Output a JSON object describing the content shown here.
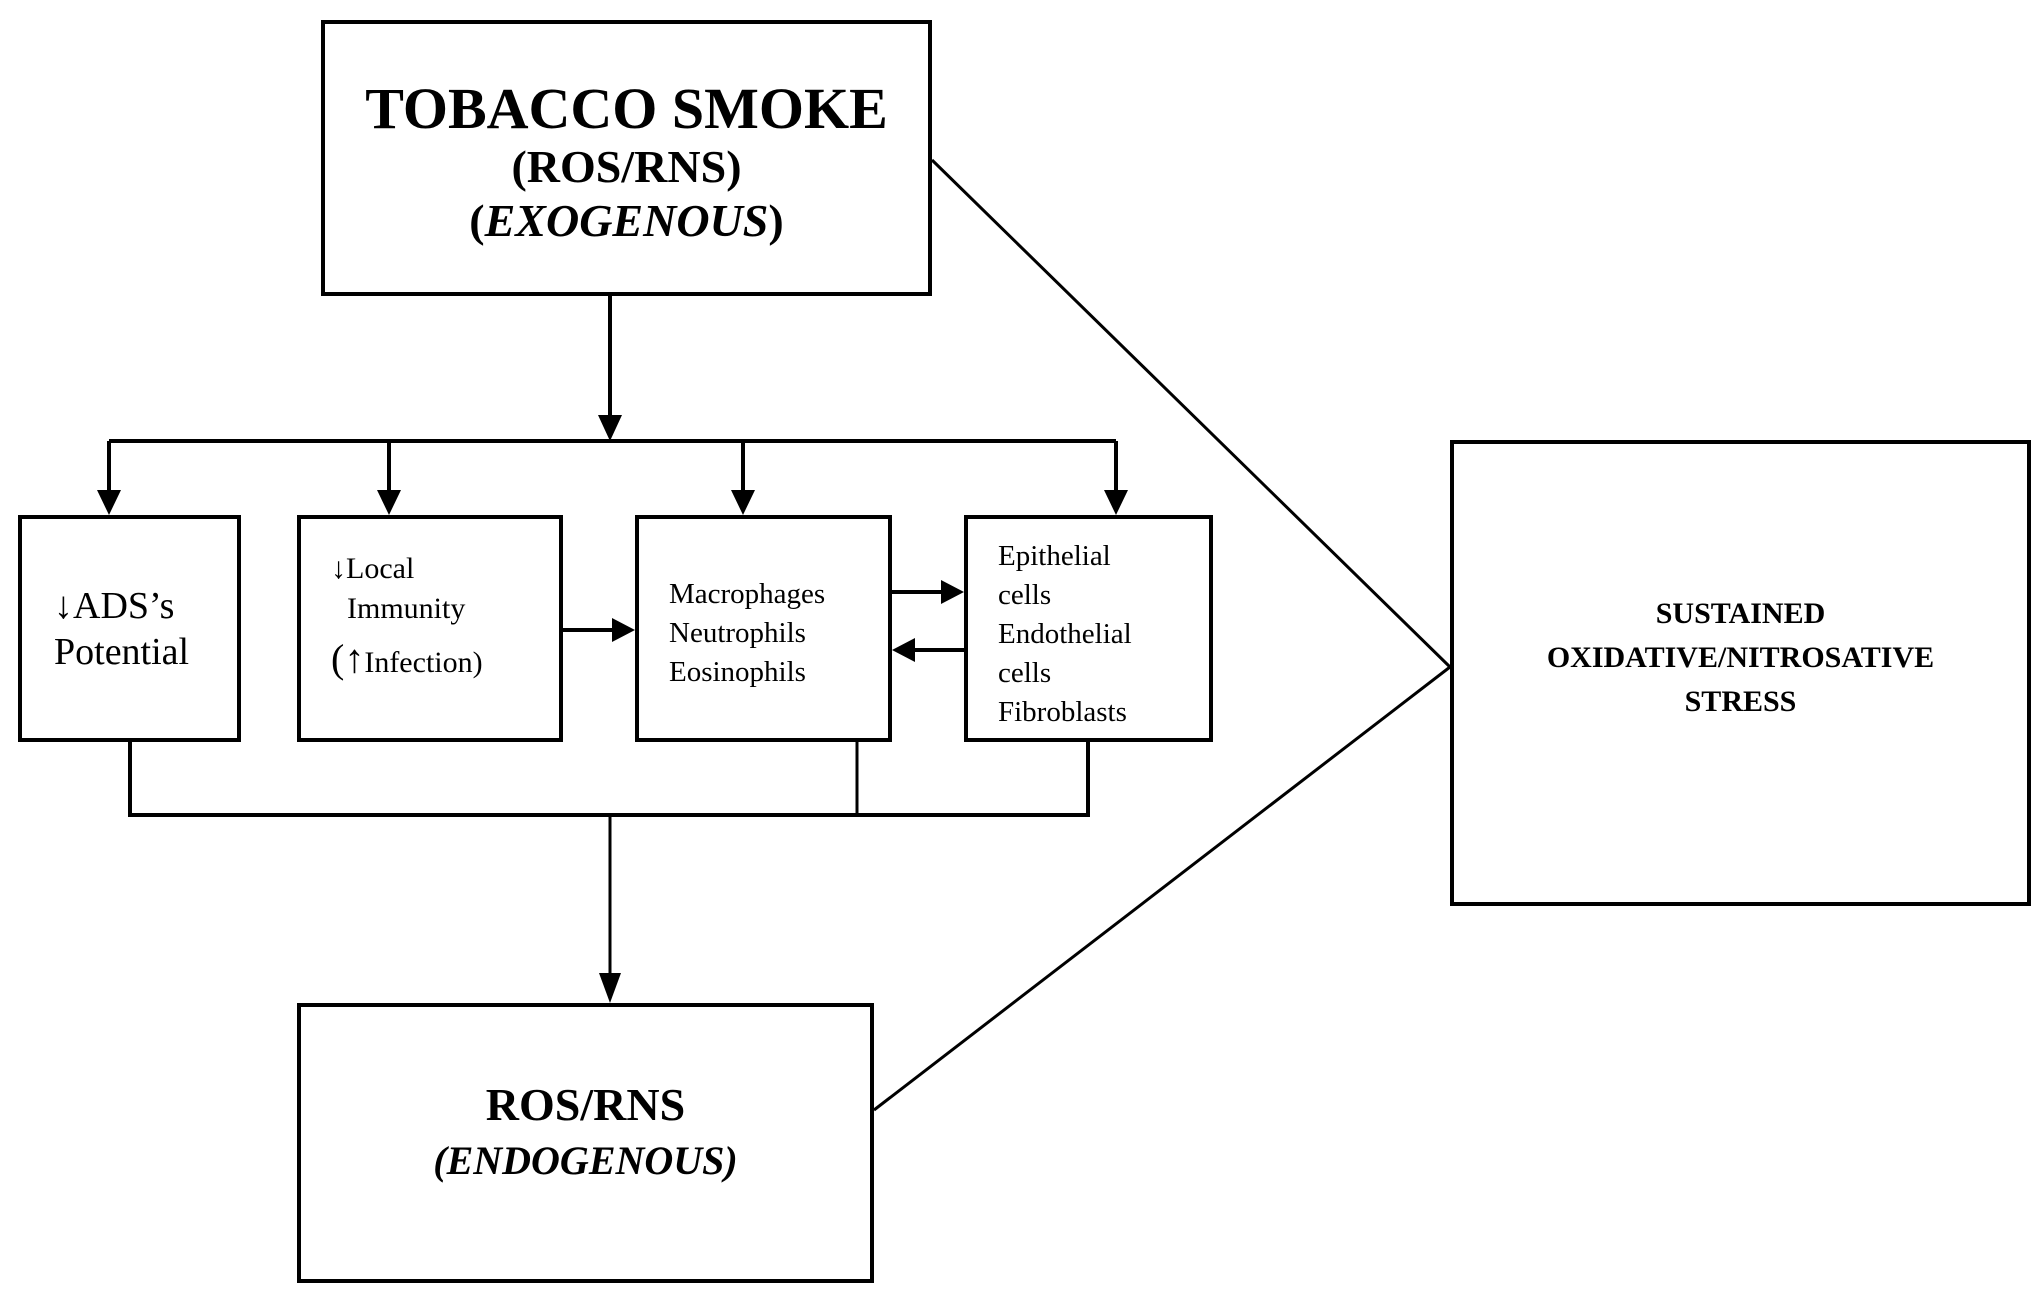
{
  "diagram": {
    "type": "flowchart",
    "colors": {
      "line": "#000000",
      "background": "#ffffff"
    },
    "nodes": {
      "tobacco": {
        "title": "TOBACCO SMOKE",
        "sub": "(ROS/RNS)",
        "origin_open": "(",
        "origin": "EXOGENOUS",
        "origin_close": ")"
      },
      "ads": {
        "line1": "↓ADS’s",
        "line2": "Potential"
      },
      "immunity": {
        "line1": "↓Local",
        "line2": "Immunity",
        "line3_open": "(",
        "line3_arrow": "↑",
        "line3_text": "Infection)"
      },
      "immune_cells": {
        "lines": [
          "Macrophages",
          "Neutrophils",
          "Eosinophils"
        ]
      },
      "tissue_cells": {
        "lines": [
          "Epithelial",
          "cells",
          "Endothelial",
          "cells",
          "Fibroblasts"
        ]
      },
      "endogenous": {
        "title": "ROS/RNS",
        "origin": "(ENDOGENOUS)"
      },
      "stress": {
        "lines": [
          "SUSTAINED",
          "OXIDATIVE/NITROSATIVE",
          "STRESS"
        ]
      }
    },
    "edges": [
      {
        "from": "tobacco",
        "to": "ads"
      },
      {
        "from": "tobacco",
        "to": "immunity"
      },
      {
        "from": "tobacco",
        "to": "immune_cells"
      },
      {
        "from": "tobacco",
        "to": "tissue_cells"
      },
      {
        "from": "immunity",
        "to": "immune_cells"
      },
      {
        "from": "immune_cells",
        "to": "tissue_cells"
      },
      {
        "from": "tissue_cells",
        "to": "immune_cells"
      },
      {
        "from": "ads+immune_cells+tissue_cells",
        "to": "endogenous"
      },
      {
        "from": "tobacco",
        "to": "stress",
        "style": "line"
      },
      {
        "from": "endogenous",
        "to": "stress",
        "style": "line"
      }
    ]
  }
}
